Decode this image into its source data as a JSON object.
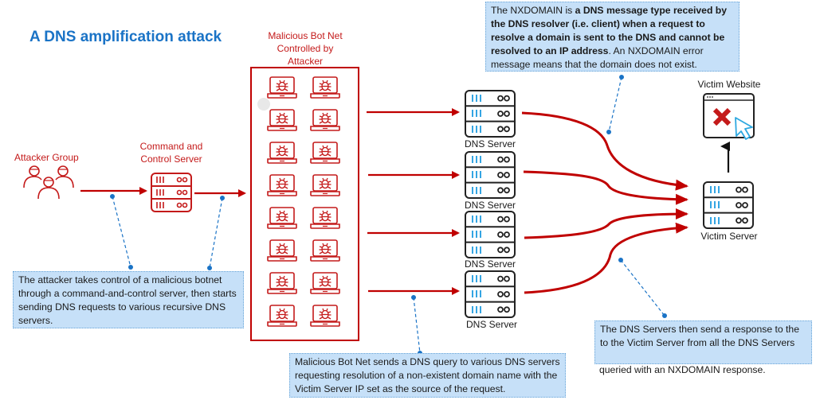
{
  "title": "A DNS amplification attack",
  "colors": {
    "title": "#1a73c6",
    "attack_red": "#c00000",
    "label_red": "#c41a1a",
    "callout_bg": "#c6e0f8",
    "connector_blue": "#1a73c6",
    "server_bars_blue": "#1e9be0",
    "cursor_blue": "#2ea8e0"
  },
  "nodes": {
    "attacker_group": {
      "label": "Attacker Group",
      "icon": "people-group-icon"
    },
    "c2_server": {
      "label_line1": "Command and",
      "label_line2": "Control Server",
      "icon": "server-icon"
    },
    "botnet": {
      "label_line1": "Malicious Bot Net",
      "label_line2": "Controlled by",
      "label_line3": "Attacker",
      "device_count": 16,
      "icon": "infected-laptop-icon"
    },
    "dns_servers": [
      {
        "label": "DNS Server",
        "icon": "server-icon"
      },
      {
        "label": "DNS Server",
        "icon": "server-icon"
      },
      {
        "label": "DNS Server",
        "icon": "server-icon"
      },
      {
        "label": "DNS Server",
        "icon": "server-icon"
      }
    ],
    "victim_server": {
      "label": "Victim Server",
      "icon": "server-icon"
    },
    "victim_website": {
      "label": "Victim Website",
      "icon": "broken-website-icon"
    }
  },
  "callouts": {
    "nxdomain": {
      "part1": "The NXDOMAIN is ",
      "bold": "a DNS message type received by the DNS resolver (i.e. client) when a request to resolve a domain is sent to the DNS and cannot be resolved to an IP address",
      "part2": ". An NXDOMAIN error message means that the domain does not exist."
    },
    "attacker": "The attacker takes control of a malicious botnet through a command-and-control server, then starts sending DNS requests to various recursive DNS servers.",
    "botnet_query": "Malicious Bot Net sends a DNS query to various DNS servers requesting resolution of a non-existent domain name with the Victim Server IP set as the source of the request.",
    "response_line1": "The DNS Servers then send a response to the",
    "response_line2": "to the Victim Server from all the DNS Servers",
    "response_overflow": "queried with an NXDOMAIN response."
  }
}
